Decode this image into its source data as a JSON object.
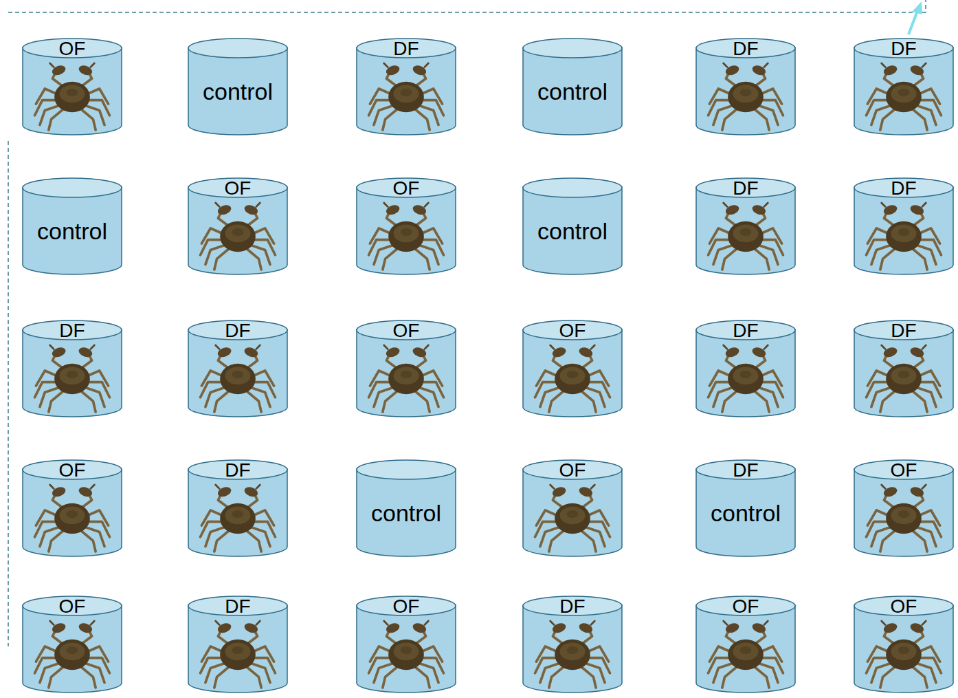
{
  "diagram": {
    "nodes": [
      {
        "text": [
          "OF"
        ]
      },
      {
        "text": [
          "control"
        ]
      },
      {
        "text": [
          "DF"
        ]
      },
      {
        "text": [
          "control"
        ]
      },
      {
        "text": [
          "DF"
        ]
      },
      {
        "text": [
          "DF"
        ]
      },
      {
        "text": [
          "control"
        ]
      },
      {
        "text": [
          "OF"
        ]
      },
      {
        "text": [
          "OF"
        ]
      },
      {
        "text": [
          "control"
        ]
      },
      {
        "text": [
          "DF"
        ]
      },
      {
        "text": [
          "DF"
        ]
      },
      {
        "text": [
          "DF"
        ]
      },
      {
        "text": [
          "DF"
        ]
      },
      {
        "text": [
          "OF"
        ]
      },
      {
        "text": [
          "OF"
        ]
      },
      {
        "text": [
          "DF"
        ]
      },
      {
        "text": [
          "DF"
        ]
      },
      {
        "text": [
          "OF"
        ]
      },
      {
        "text": [
          "DF"
        ]
      },
      {
        "text": [
          "control"
        ]
      },
      {
        "text": [
          "OF"
        ]
      },
      {
        "text": [
          "DF",
          "control"
        ]
      },
      {
        "text": [
          "OF"
        ]
      },
      {
        "text": [
          "OF"
        ]
      },
      {
        "text": [
          "DF"
        ]
      },
      {
        "text": [
          "OF"
        ]
      },
      {
        "text": [
          "DF"
        ]
      },
      {
        "text": [
          "OF"
        ]
      },
      {
        "text": [
          "OF"
        ]
      }
    ]
  }
}
